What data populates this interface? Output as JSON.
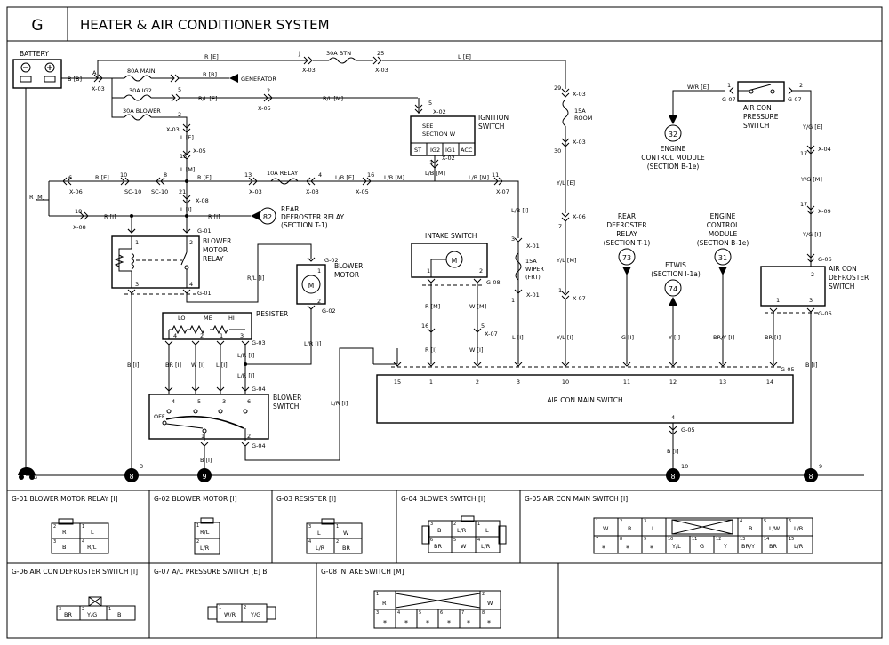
{
  "header": {
    "section_letter": "G",
    "title": "HEATER & AIR CONDITIONER SYSTEM"
  },
  "components": {
    "battery": "BATTERY",
    "generator": "GENERATOR",
    "ignition_switch": [
      "IGNITION",
      "SWITCH"
    ],
    "see_section_w": [
      "SEE",
      "SECTION W"
    ],
    "ign_positions": [
      "ST",
      "IG2",
      "IG1",
      "ACC"
    ],
    "rear_defroster_relay_82": [
      "REAR",
      "DEFROSTER RELAY",
      "(SECTION T-1)"
    ],
    "blower_motor_relay": [
      "BLOWER",
      "MOTOR",
      "RELAY"
    ],
    "blower_motor": [
      "BLOWER",
      "MOTOR"
    ],
    "resister": "RESISTER",
    "resister_speeds": [
      "LO",
      "ME",
      "HI"
    ],
    "blower_switch": [
      "BLOWER",
      "SWITCH"
    ],
    "blower_switch_off": "OFF",
    "intake_switch": "INTAKE SWITCH",
    "wiper_fuse": [
      "15A",
      "WIPER",
      "(FRT)"
    ],
    "room_fuse": [
      "15A",
      "ROOM"
    ],
    "rear_defroster_relay_73": [
      "REAR",
      "DEFROSTER",
      "RELAY",
      "(SECTION T-1)"
    ],
    "etwis": [
      "ETWIS",
      "(SECTION I-1a)"
    ],
    "ecm_31": [
      "ENGINE",
      "CONTROL",
      "MODULE",
      "(SECTION B-1e)"
    ],
    "ecm_32": [
      "ENGINE",
      "CONTROL MODULE",
      "(SECTION B-1e)"
    ],
    "aircon_pressure_switch": [
      "AIR CON",
      "PRESSURE",
      "SWITCH"
    ],
    "aircon_defroster_switch": [
      "AIR CON",
      "DEFROSTER",
      "SWITCH"
    ],
    "aircon_main_switch": "AIR CON MAIN SWITCH",
    "fuses": {
      "main": "80A MAIN",
      "ig2": "30A IG2",
      "blower": "30A BLOWER",
      "btn": "30A BTN",
      "relay": "10A RELAY"
    }
  },
  "refs": {
    "r82": "82",
    "r73": "73",
    "r74": "74",
    "r31": "31",
    "r32": "32"
  },
  "grounds": {
    "g1": "8",
    "g2": "9",
    "g3": "8",
    "g4": "8",
    "gnd_label": "G"
  },
  "ground_pins": {
    "p1": "3",
    "p2": "10",
    "p3": "9"
  },
  "wires": {
    "re1": "R [E]",
    "le": "L [E]",
    "bb1": "B [B]",
    "bb2": "B [B]",
    "ble": "B/L [E]",
    "blm": "B/L [M]",
    "le2": "L [E]",
    "lm": "L [M]",
    "re2": "R [E]",
    "re3": "R [E]",
    "rm": "R [M]",
    "lbe": "L/B [E]",
    "lbm": "L/B [M]",
    "lbm2": "L/B [M]",
    "lbm3": "L/B [M]",
    "ri1": "R [I]",
    "ri2": "R [I]",
    "li1": "L [I]",
    "rli": "R/L [I]",
    "lri1": "L/R [I]",
    "lri2": "L/R [I]",
    "lri3": "L/R [I]",
    "lri4": "L/R [I]",
    "bi1": "B [I]",
    "bi2": "B [I]",
    "bi3": "B [I]",
    "bi4": "B [I]",
    "bri": "BR [I]",
    "wi1": "W [I]",
    "li2": "L [I]",
    "lbi": "L/B [I]",
    "li3": "L [I]",
    "ye": "Y/L [E]",
    "ylm": "Y/L [M]",
    "yli": "Y/L [I]",
    "gi": "G [I]",
    "yi": "Y [I]",
    "bryi": "BR/Y [I]",
    "bri2": "BR [I]",
    "rm2": "R [M]",
    "wm": "W [M]",
    "ri3": "R [I]",
    "wi2": "W [I]",
    "wre": "W/R [E]",
    "yge": "Y/G [E]",
    "ygm": "Y/G [M]",
    "ygi": "Y/G [I]"
  },
  "connectors": {
    "x03a": "X-03",
    "x03b": "X-03",
    "x03c": "X-03",
    "x03d": "X-03",
    "x03e": "X-03",
    "x03f": "X-03",
    "x02a": "X-02",
    "x02b": "X-02",
    "x05a": "X-05",
    "x05b": "X-05",
    "x05c": "X-05",
    "x06a": "X-06",
    "x06b": "X-06",
    "x07a": "X-07",
    "x07b": "X-07",
    "x07c": "X-07",
    "x08a": "X-08",
    "x08b": "X-08",
    "x01a": "X-01",
    "x01b": "X-01",
    "x04": "X-04",
    "x09": "X-09",
    "sc10a": "SC-10",
    "sc10b": "SC-10",
    "g01a": "G-01",
    "g01b": "G-01",
    "g02a": "G-02",
    "g02b": "G-02",
    "g03": "G-03",
    "g04a": "G-04",
    "g04b": "G-04",
    "g05a": "G-05",
    "g05b": "G-05",
    "g06a": "G-06",
    "g06b": "G-06",
    "g07a": "G-07",
    "g07b": "G-07",
    "g08": "G-08"
  },
  "pins": {
    "a": "A",
    "j": "J",
    "p25": "25",
    "p5": "5",
    "p2a": "2",
    "p2b": "2",
    "p4": "4",
    "p13": "13",
    "p11": "11",
    "p6": "6",
    "p10": "10",
    "p8": "8",
    "p21": "21",
    "p13b": "13",
    "p4b": "4",
    "p16": "16",
    "p11b": "11",
    "p18": "18",
    "p29": "29",
    "p30": "30",
    "p6b": "6",
    "p7": "7",
    "p1a": "1",
    "p7b": "7",
    "p3a": "3",
    "p1b": "1",
    "p1c": "1",
    "p2c": "2",
    "p17a": "17",
    "p17b": "17",
    "p1d": "1",
    "p2d": "2",
    "p3b": "3",
    "p4c": "4",
    "p2e": "2",
    "p3c": "3",
    "p16b": "16",
    "p5b": "5",
    "p1e": "1",
    "p2f": "2",
    "p2g": "2",
    "p1f": "1",
    "p4d": "4",
    "p2h": "2",
    "p3d": "3",
    "p5c": "5",
    "p3e": "3",
    "p1g": "1"
  },
  "relay_pins": [
    "1",
    "2",
    "3",
    "4"
  ],
  "motor_pins": [
    "1",
    "2"
  ],
  "resister_pins": [
    "4",
    "2",
    "1",
    "3"
  ],
  "blower_switch_pins": [
    "4",
    "5",
    "3",
    "6",
    "1",
    "2"
  ],
  "intake_pins": [
    "1",
    "2"
  ],
  "defrost_pins": [
    "2",
    "1",
    "3"
  ],
  "main_switch_pins": [
    "15",
    "1",
    "2",
    "3",
    "10",
    "11",
    "12",
    "13",
    "14"
  ],
  "main_switch_bottom_pin": "4",
  "connector_panels": {
    "g01": {
      "title": "G-01 BLOWER MOTOR RELAY [I]",
      "cells": [
        {
          "n": "2",
          "v": "R"
        },
        {
          "n": "1",
          "v": "L"
        },
        {
          "n": "3",
          "v": "B"
        },
        {
          "n": "4",
          "v": "R/L"
        }
      ]
    },
    "g02": {
      "title": "G-02 BLOWER MOTOR [I]",
      "cells": [
        {
          "n": "1",
          "v": "R/L"
        },
        {
          "n": "2",
          "v": "L/R"
        }
      ]
    },
    "g03": {
      "title": "G-03 RESISTER [I]",
      "cells": [
        {
          "n": "3",
          "v": "L"
        },
        {
          "n": "1",
          "v": "W"
        },
        {
          "n": "4",
          "v": "L/R"
        },
        {
          "n": "2",
          "v": "BR"
        }
      ]
    },
    "g04": {
      "title": "G-04 BLOWER SWITCH [I]",
      "cells": [
        {
          "n": "3",
          "v": "B"
        },
        {
          "n": "2",
          "v": "L/R"
        },
        {
          "n": "1",
          "v": "L"
        },
        {
          "n": "6",
          "v": "BR"
        },
        {
          "n": "5",
          "v": "W"
        },
        {
          "n": "4",
          "v": "L/R"
        }
      ]
    },
    "g05": {
      "title": "G-05 AIR CON MAIN SWITCH [I]",
      "top": [
        {
          "n": "1",
          "v": "W"
        },
        {
          "n": "2",
          "v": "R"
        },
        {
          "n": "3",
          "v": "L"
        },
        {
          "n": "4",
          "v": "B"
        },
        {
          "n": "5",
          "v": "L/W"
        },
        {
          "n": "6",
          "v": "L/B"
        }
      ],
      "bottom": [
        {
          "n": "7",
          "v": "*"
        },
        {
          "n": "8",
          "v": "*"
        },
        {
          "n": "9",
          "v": "*"
        },
        {
          "n": "10",
          "v": "Y/L"
        },
        {
          "n": "11",
          "v": "G"
        },
        {
          "n": "12",
          "v": "Y"
        },
        {
          "n": "13",
          "v": "BR/Y"
        },
        {
          "n": "14",
          "v": "BR"
        },
        {
          "n": "15",
          "v": "L/R"
        }
      ]
    },
    "g06": {
      "title": "G-06 AIR CON DEFROSTER SWITCH [I]",
      "cells": [
        {
          "n": "3",
          "v": "BR"
        },
        {
          "n": "2",
          "v": "Y/G"
        },
        {
          "n": "1",
          "v": "B"
        }
      ]
    },
    "g07": {
      "title": "G-07 A/C PRESSURE SWITCH [E] B",
      "cells": [
        {
          "n": "1",
          "v": "W/R"
        },
        {
          "n": "2",
          "v": "Y/G"
        }
      ]
    },
    "g08": {
      "title": "G-08 INTAKE SWITCH [M]",
      "top": [
        {
          "n": "1",
          "v": "R"
        },
        {
          "n": "2",
          "v": "W"
        }
      ],
      "bottom": [
        {
          "n": "3",
          "v": "*"
        },
        {
          "n": "4",
          "v": "*"
        },
        {
          "n": "5",
          "v": "*"
        },
        {
          "n": "6",
          "v": "*"
        },
        {
          "n": "7",
          "v": "*"
        },
        {
          "n": "8",
          "v": "*"
        }
      ]
    }
  }
}
